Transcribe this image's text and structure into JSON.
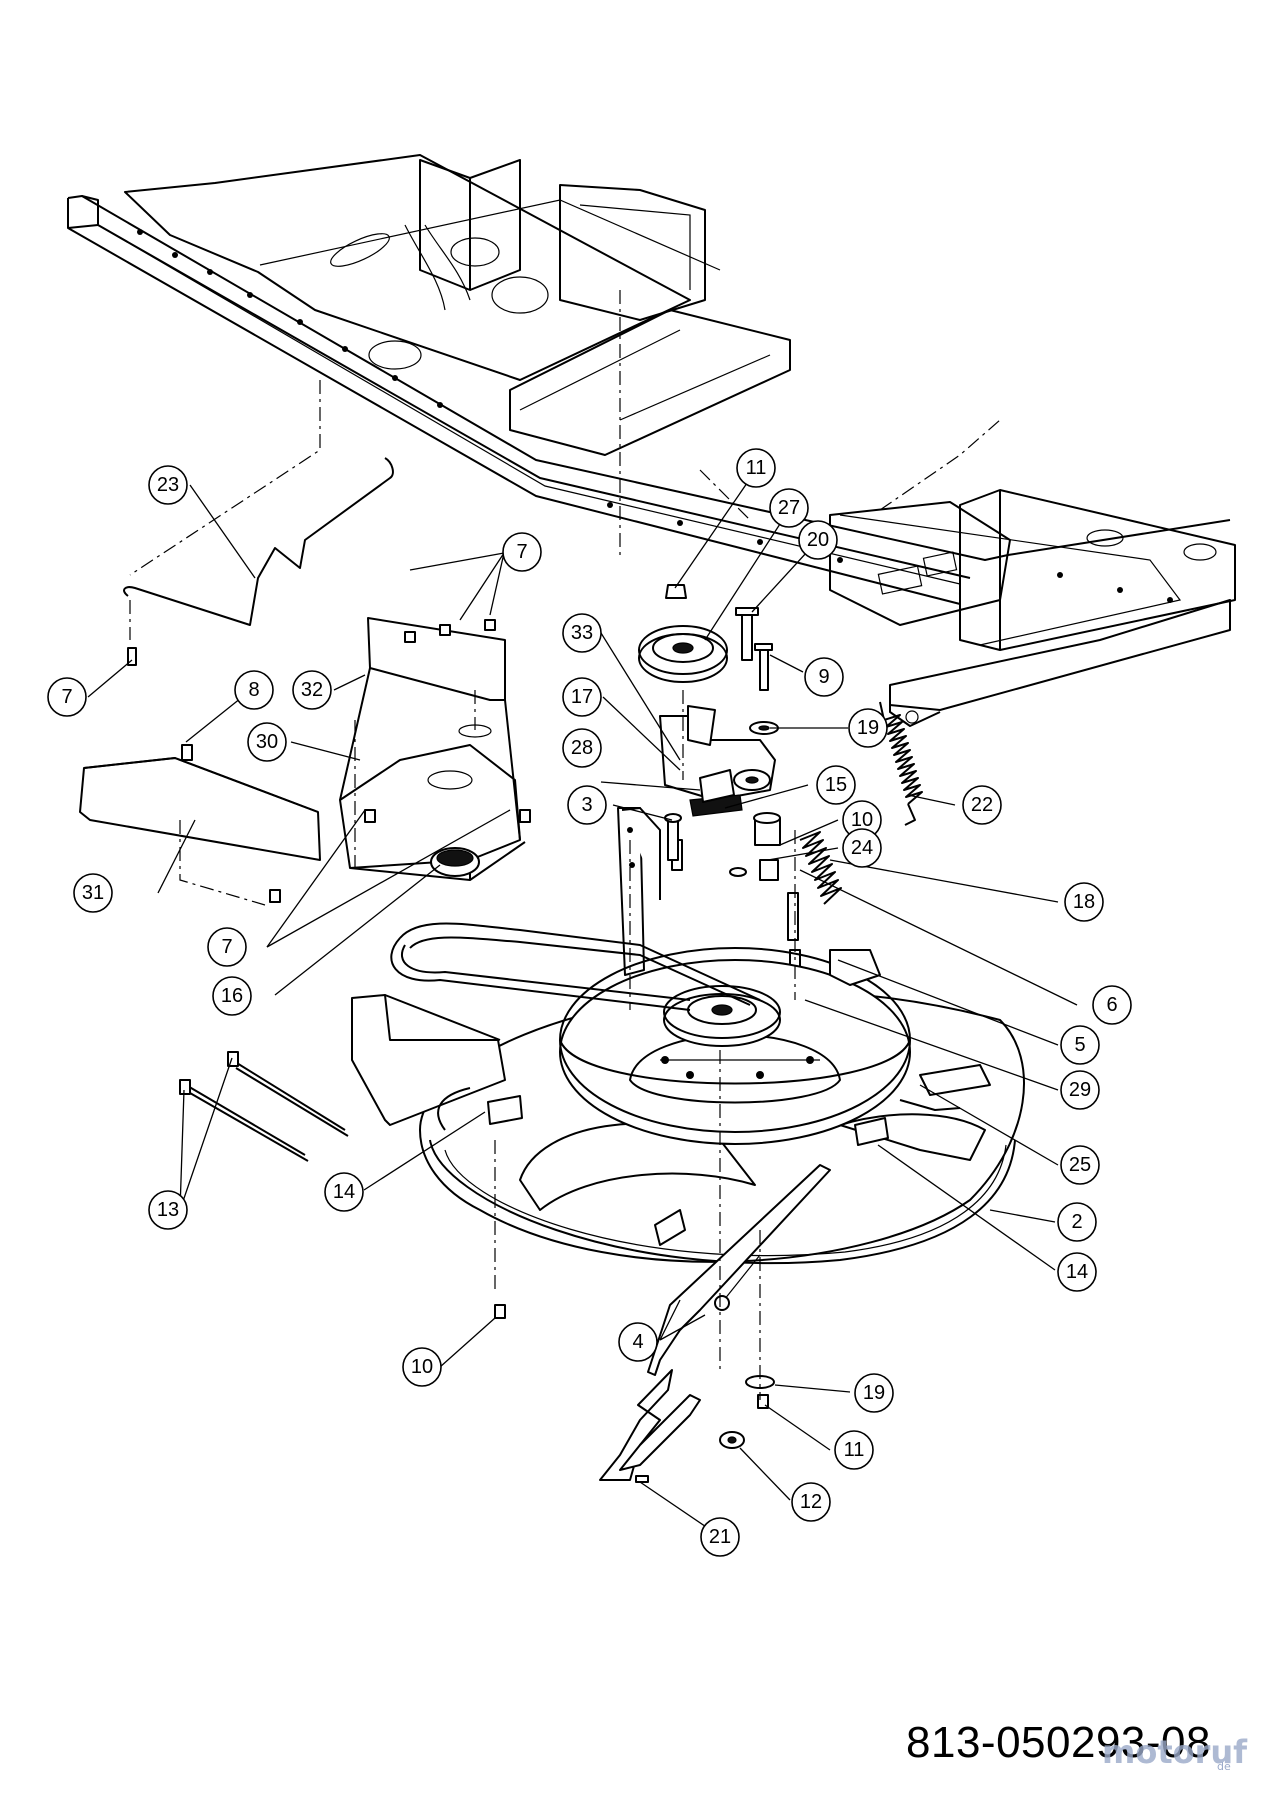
{
  "drawing_number": "813-050293-08",
  "watermark": {
    "brand": "motoruf",
    "suffix": "de"
  },
  "callouts": [
    "11",
    "27",
    "20",
    "7",
    "23",
    "33",
    "9",
    "7",
    "32",
    "8",
    "17",
    "19",
    "30",
    "28",
    "15",
    "22",
    "3",
    "10",
    "24",
    "31",
    "18",
    "7",
    "16",
    "6",
    "5",
    "29",
    "13",
    "25",
    "14",
    "2",
    "14",
    "4",
    "19",
    "10",
    "11",
    "12",
    "21"
  ]
}
